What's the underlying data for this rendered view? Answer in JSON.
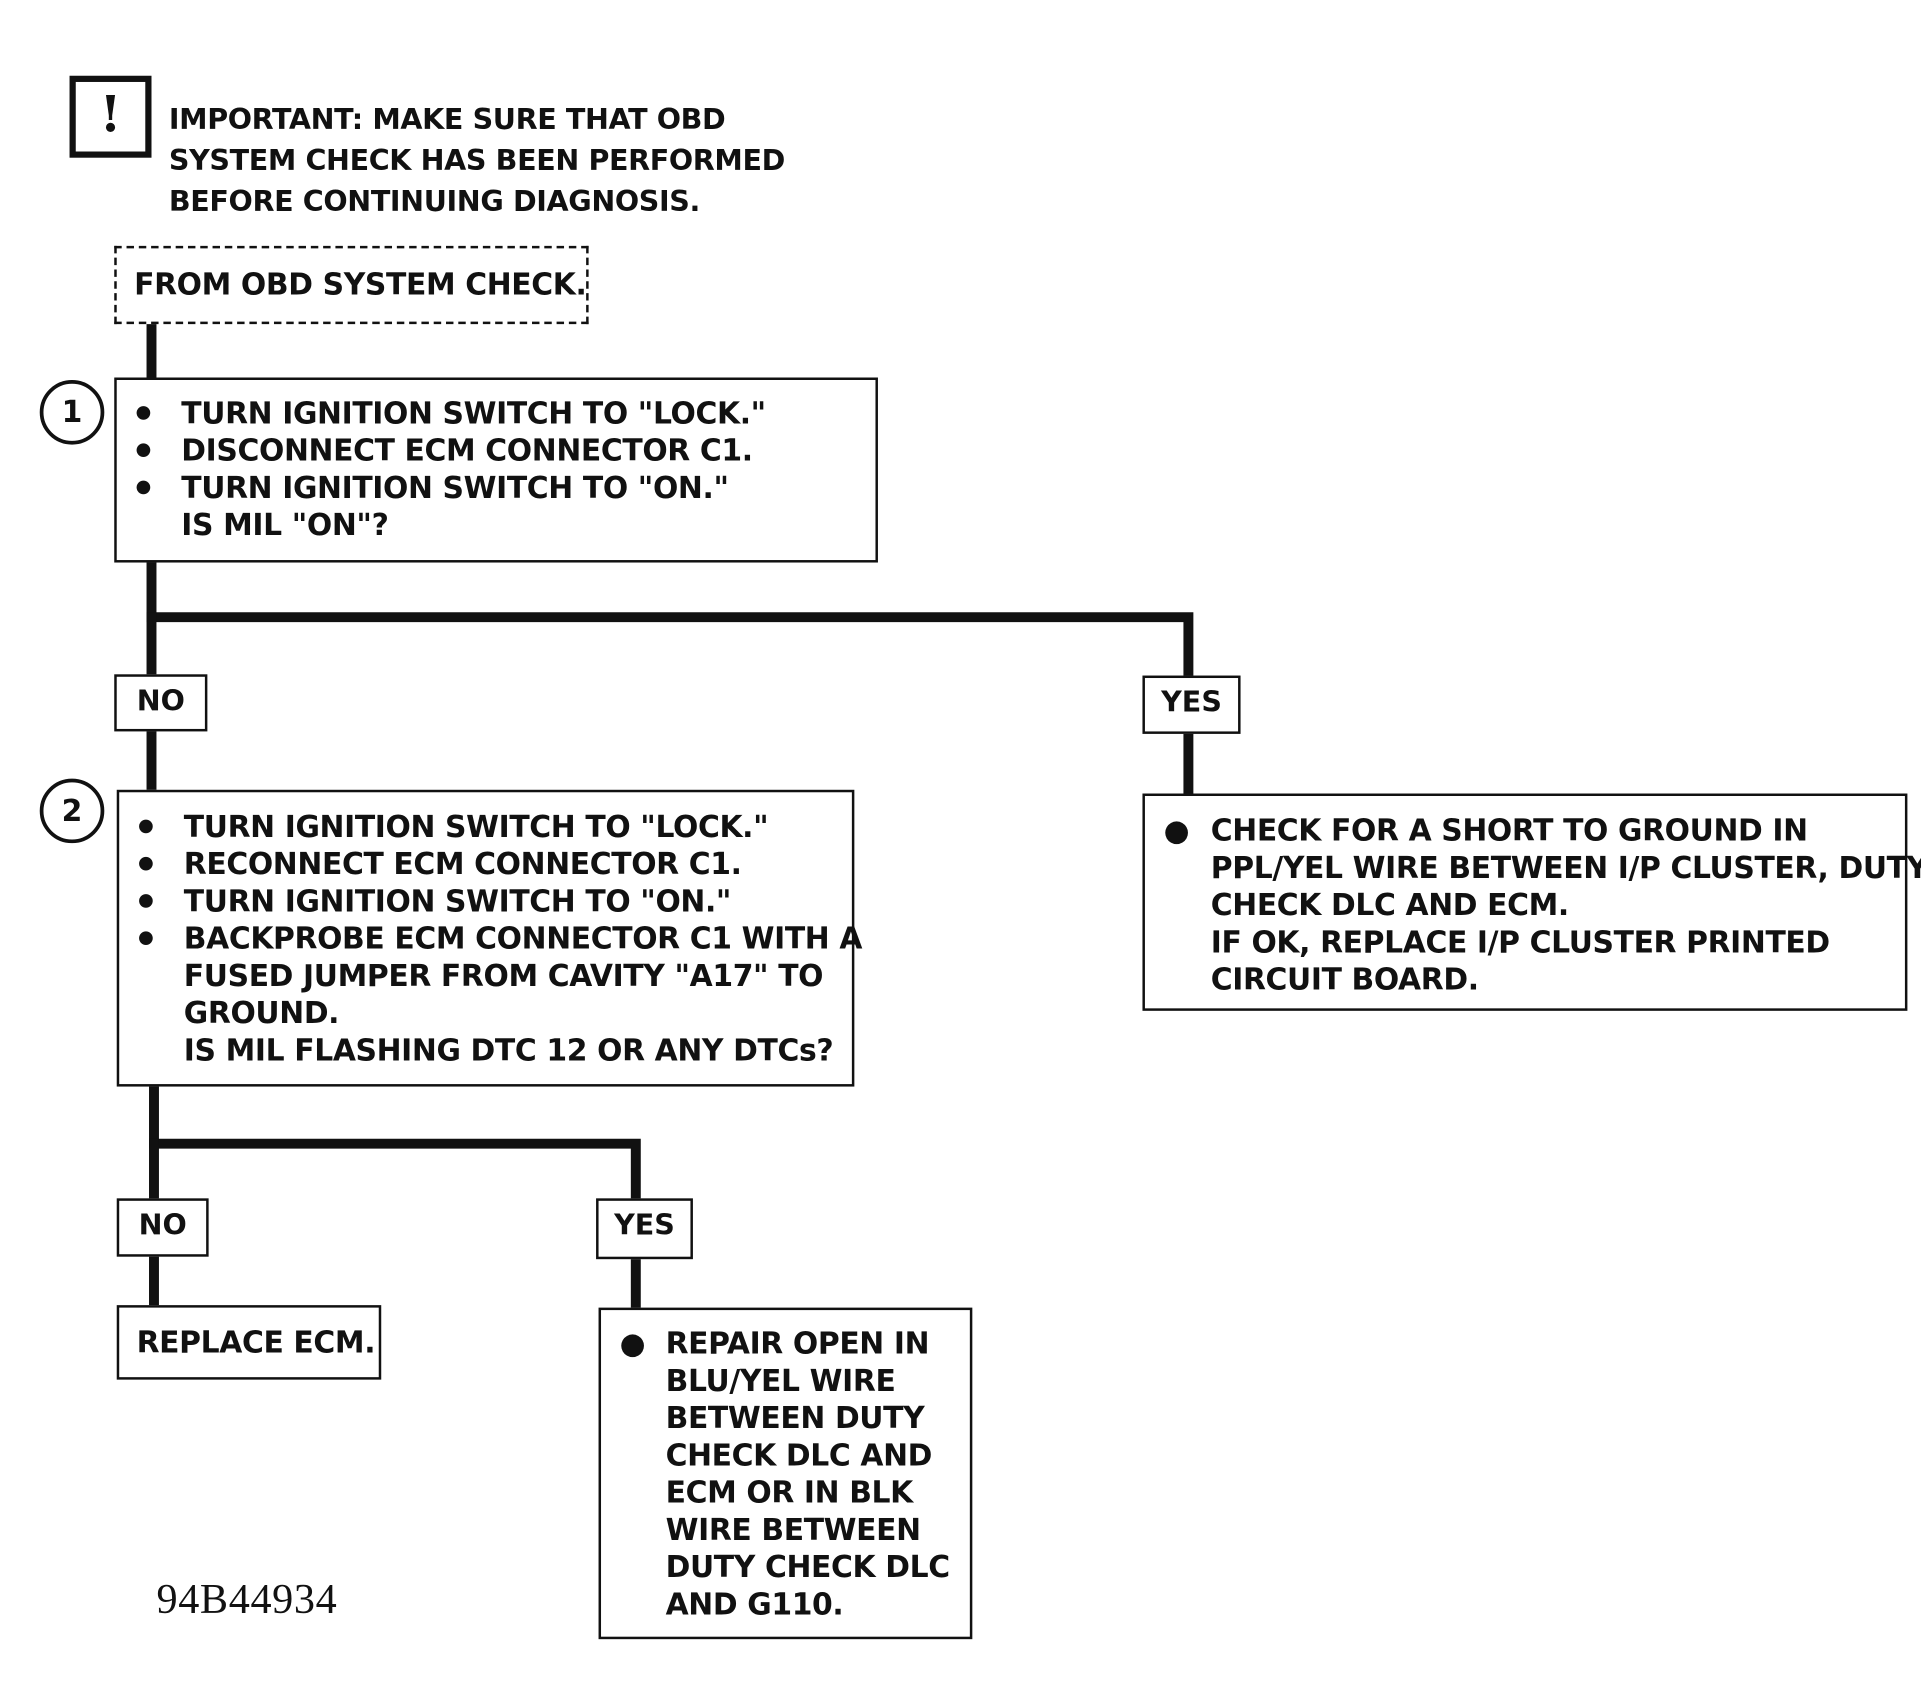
{
  "important": {
    "icon": "exclamation-icon",
    "lines": [
      "IMPORTANT:  MAKE SURE THAT OBD",
      "SYSTEM CHECK HAS BEEN PERFORMED",
      "BEFORE CONTINUING DIAGNOSIS."
    ]
  },
  "start": {
    "text": "FROM OBD SYSTEM CHECK."
  },
  "step1": {
    "number": "1",
    "bullets": [
      "TURN IGNITION SWITCH TO \"LOCK.\"",
      "DISCONNECT ECM CONNECTOR C1.",
      "TURN IGNITION SWITCH TO \"ON.\""
    ],
    "question": "IS MIL \"ON\"?"
  },
  "branch1": {
    "no_label": "NO",
    "yes_label": "YES"
  },
  "step2": {
    "number": "2",
    "bullets": [
      "TURN IGNITION SWITCH TO \"LOCK.\"",
      "RECONNECT ECM CONNECTOR C1.",
      "TURN IGNITION SWITCH TO \"ON.\"",
      [
        "BACKPROBE ECM CONNECTOR C1 WITH A",
        "FUSED JUMPER FROM CAVITY \"A17\" TO",
        "GROUND."
      ]
    ],
    "question": "IS MIL FLASHING DTC 12 OR ANY DTCs?"
  },
  "yes1_result": {
    "bullet_lines": [
      "CHECK FOR A SHORT TO GROUND IN",
      "PPL/YEL WIRE BETWEEN I/P CLUSTER, DUTY",
      "CHECK DLC AND ECM."
    ],
    "note_lines": [
      "IF OK, REPLACE I/P CLUSTER PRINTED",
      "CIRCUIT BOARD."
    ]
  },
  "branch2": {
    "no_label": "NO",
    "yes_label": "YES"
  },
  "no2_result": {
    "text": "REPLACE ECM."
  },
  "yes2_result": {
    "bullet_lines": [
      "REPAIR OPEN IN",
      "BLU/YEL WIRE",
      "BETWEEN DUTY",
      "CHECK DLC AND",
      "ECM OR IN BLK",
      "WIRE BETWEEN",
      "DUTY CHECK DLC",
      "AND G110."
    ]
  },
  "figure_id": "94B44934"
}
